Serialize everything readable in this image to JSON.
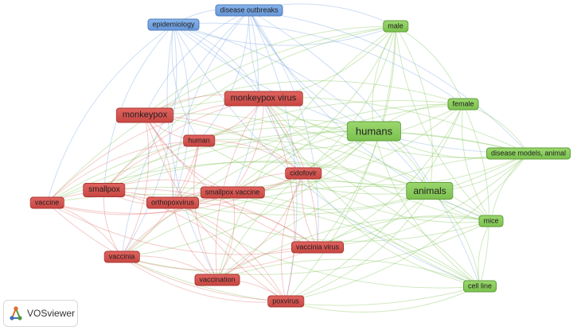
{
  "app": {
    "name": "VOSviewer"
  },
  "colors": {
    "red": "#d9534f",
    "green": "#7cc24f",
    "blue": "#6f9fe0"
  },
  "nodes": [
    {
      "id": "disease-outbreaks",
      "label": "disease outbreaks",
      "cluster": "blue",
      "size": 1
    },
    {
      "id": "epidemiology",
      "label": "epidemiology",
      "cluster": "blue",
      "size": 1
    },
    {
      "id": "male",
      "label": "male",
      "cluster": "green",
      "size": 1
    },
    {
      "id": "female",
      "label": "female",
      "cluster": "green",
      "size": 1
    },
    {
      "id": "humans",
      "label": "humans",
      "cluster": "green",
      "size": 5
    },
    {
      "id": "disease-models-animal",
      "label": "disease models, animal",
      "cluster": "green",
      "size": 1
    },
    {
      "id": "animals",
      "label": "animals",
      "cluster": "green",
      "size": 4
    },
    {
      "id": "mice",
      "label": "mice",
      "cluster": "green",
      "size": 1
    },
    {
      "id": "cell-line",
      "label": "cell line",
      "cluster": "green",
      "size": 1
    },
    {
      "id": "monkeypox-virus",
      "label": "monkeypox virus",
      "cluster": "red",
      "size": 3
    },
    {
      "id": "monkeypox",
      "label": "monkeypox",
      "cluster": "red",
      "size": 3
    },
    {
      "id": "human",
      "label": "human",
      "cluster": "red",
      "size": 1
    },
    {
      "id": "cidofovir",
      "label": "cidofovir",
      "cluster": "red",
      "size": 1
    },
    {
      "id": "smallpox",
      "label": "smallpox",
      "cluster": "red",
      "size": 2
    },
    {
      "id": "smallpox-vaccine",
      "label": "smallpox vaccine",
      "cluster": "red",
      "size": 1
    },
    {
      "id": "orthopoxvirus",
      "label": "orthopoxvirus",
      "cluster": "red",
      "size": 1
    },
    {
      "id": "vaccine",
      "label": "vaccine",
      "cluster": "red",
      "size": 1
    },
    {
      "id": "vaccinia-virus",
      "label": "vaccinia virus",
      "cluster": "red",
      "size": 1
    },
    {
      "id": "vaccinia",
      "label": "vaccinia",
      "cluster": "red",
      "size": 1
    },
    {
      "id": "vaccination",
      "label": "vaccination",
      "cluster": "red",
      "size": 1
    },
    {
      "id": "poxvirus",
      "label": "poxvirus",
      "cluster": "red",
      "size": 1
    }
  ]
}
